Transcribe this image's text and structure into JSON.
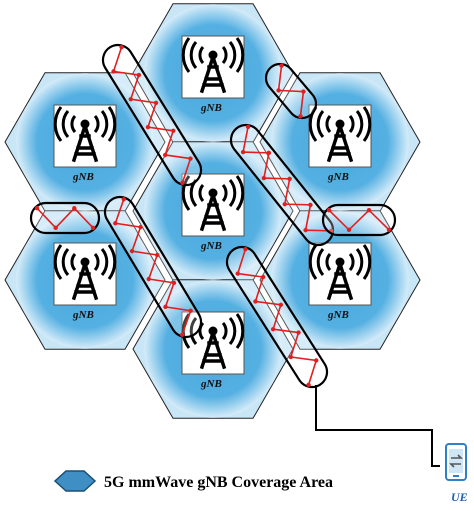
{
  "figure": {
    "station_label": "gNB",
    "ue_label": "UE",
    "legend_text": "5G mmWave gNB Coverage Area",
    "station_count": 7
  },
  "colors": {
    "coverage_fill": "#4aa7dc",
    "coverage_glow": "#c9e6f7",
    "cell_outline": "#222222",
    "beam_color": "#e02020",
    "tower_color": "#000000",
    "ue_color": "#2f7fc9",
    "legend_fill": "#3f8fc4"
  }
}
